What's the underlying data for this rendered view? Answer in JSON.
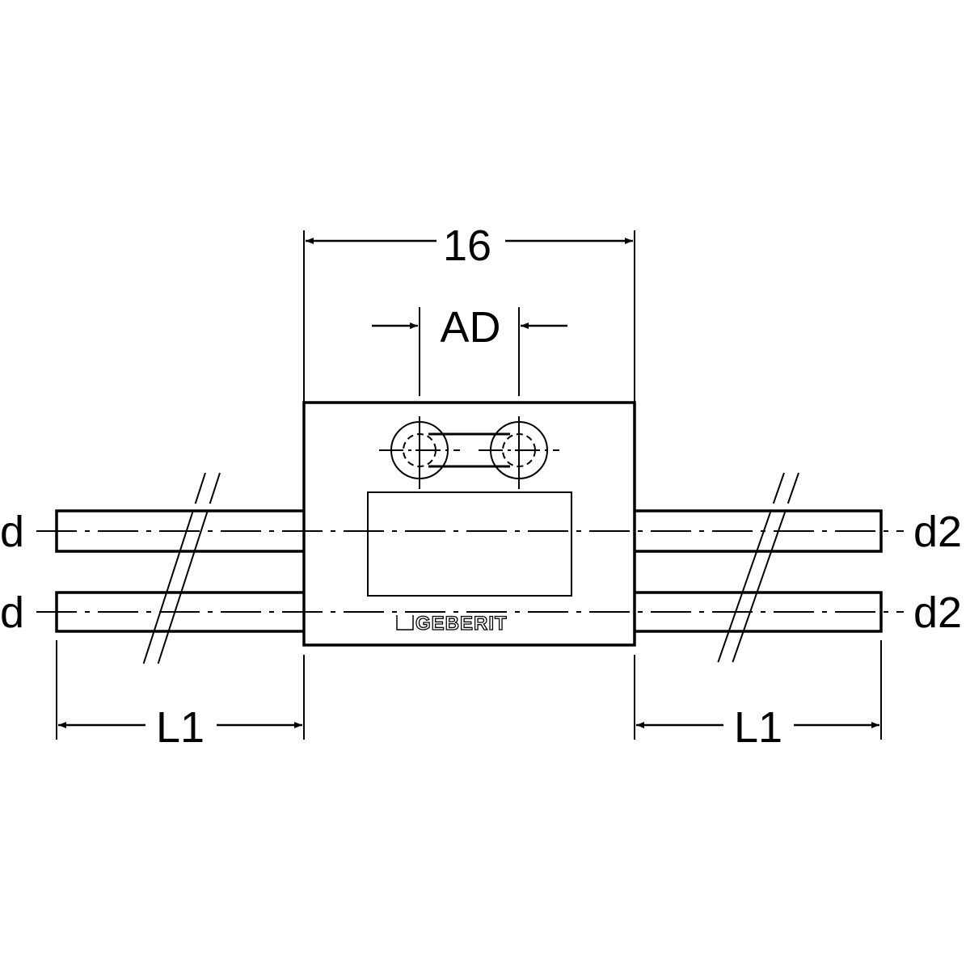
{
  "dimensions": {
    "overall_width": "16",
    "hole_spacing": "AD",
    "left_length": "L1",
    "right_length": "L1"
  },
  "pipes": {
    "left_top": "d",
    "left_bottom": "d",
    "right_top": "d2",
    "right_bottom": "d2"
  },
  "brand": "GEBERIT",
  "colors": {
    "line": "#000000",
    "background": "#ffffff"
  }
}
